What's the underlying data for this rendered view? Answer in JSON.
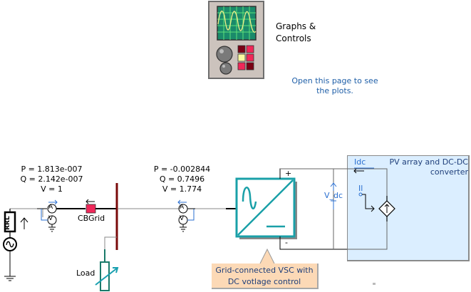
{
  "graphs_controls": {
    "label_line1": "Graphs &",
    "label_line2": "Controls",
    "hint_line1": "Open this page to see",
    "hint_line2": "the plots."
  },
  "grid_meter": {
    "p": "P = 1.813e-007",
    "q": "Q = 2.142e-007",
    "v": "V = 1",
    "ammeter": "A",
    "voltmeter": "V"
  },
  "vsc_meter": {
    "p": "P = -0.002844",
    "q": "Q = 0.7496",
    "v": "V = 1.774",
    "ammeter": "A",
    "voltmeter": "V"
  },
  "components": {
    "source_impedance": "RRL",
    "breaker": "CBGrid",
    "load": "Load",
    "vdc": "V_dc",
    "idc": "Idc",
    "il": "Il",
    "plus": "+",
    "minus": "-"
  },
  "pv_box": {
    "title_line1": "PV array and DC-DC",
    "title_line2": "converter"
  },
  "vsc_callout": {
    "line1": "Grid-connected VSC with",
    "line2": "DC votlage control"
  },
  "colors": {
    "bus": "#7a0a0a",
    "breaker": "#f0285a",
    "vsc": "#1aa0a8",
    "load": "#1a7a6a",
    "pv_bg": "#dbeeff",
    "callout_bg": "#fcd9b6",
    "signal_blue": "#2a6fd0"
  }
}
